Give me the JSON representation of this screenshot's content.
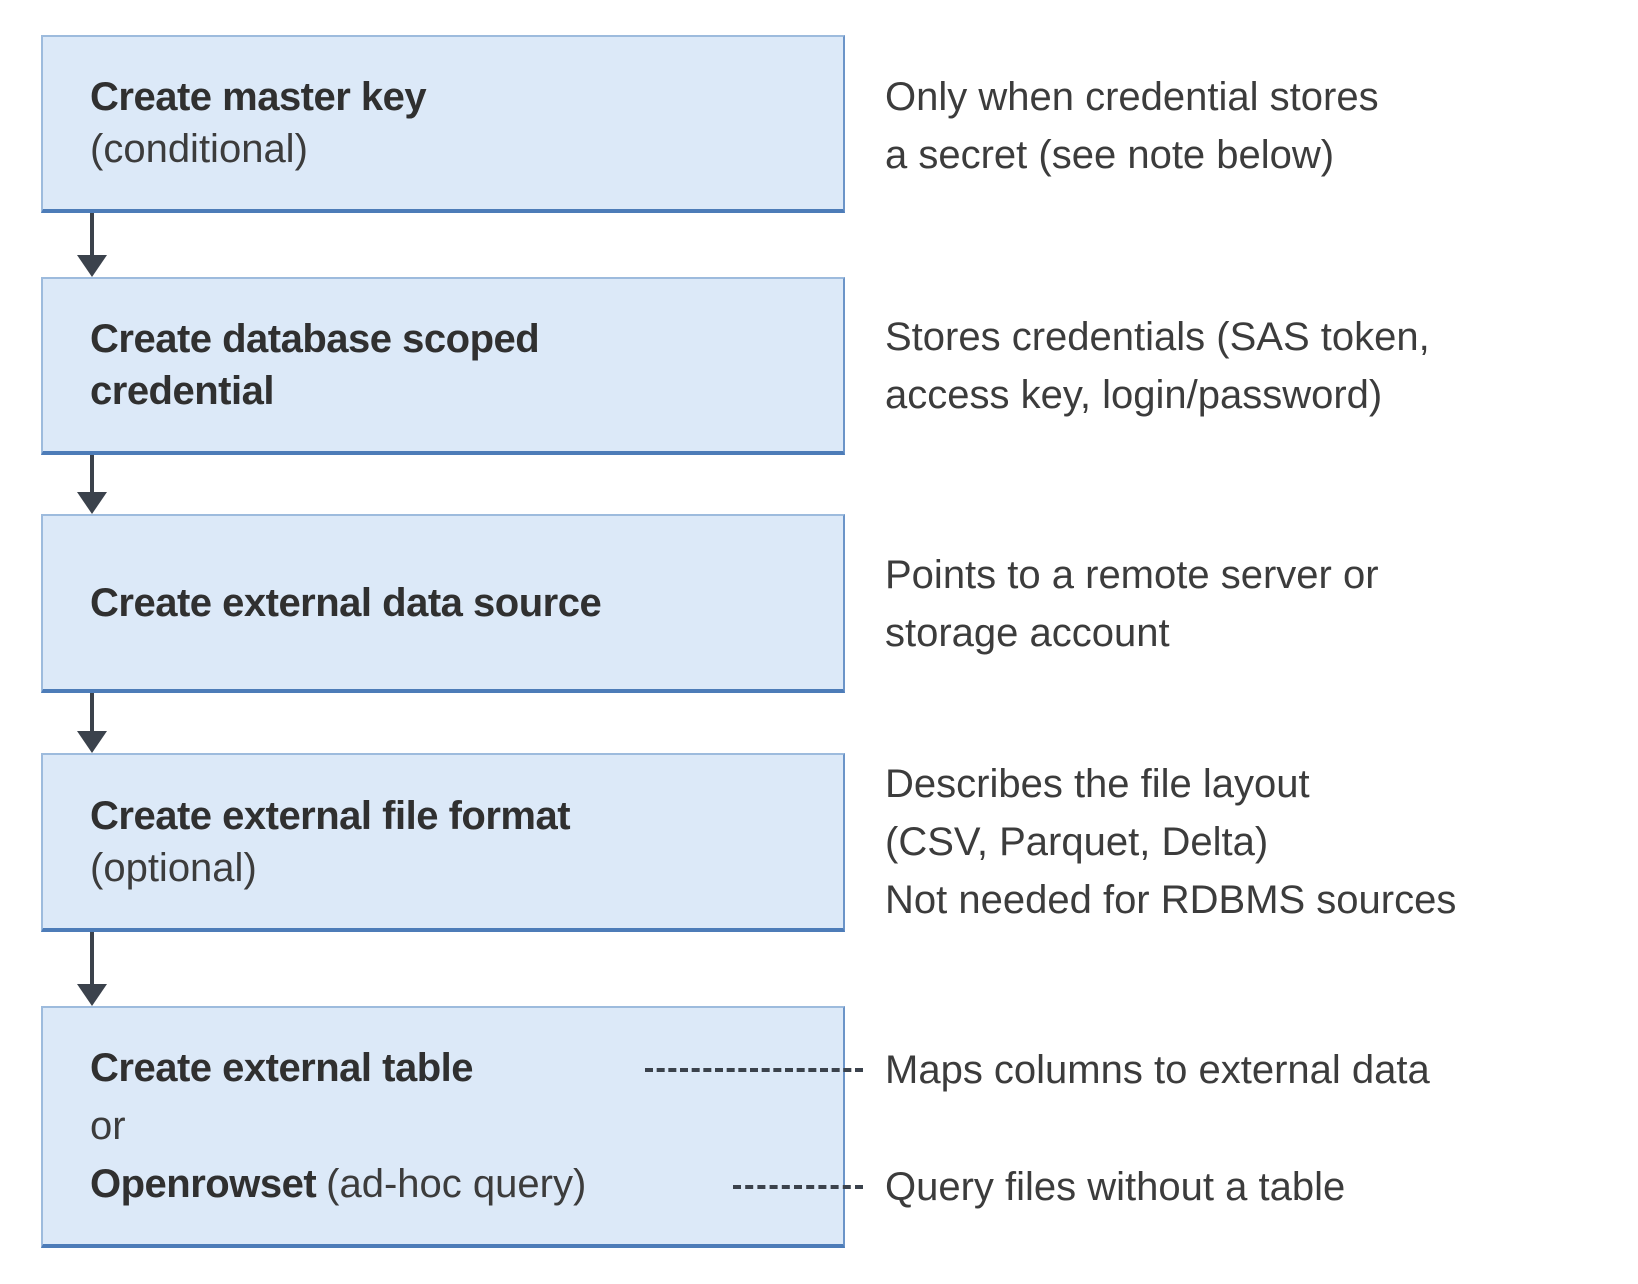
{
  "colors": {
    "box_fill": "#dce9f8",
    "box_border_light": "#9dbbdd",
    "box_border_mid": "#6b94c8",
    "box_border_dark": "#4d7cb8",
    "arrow": "#3b424c",
    "heading_text": "#303030",
    "body_text": "#3c3c3c"
  },
  "steps": [
    {
      "title": "Create master key",
      "subtitle": "(conditional)",
      "note_lines": [
        "Only when credential stores",
        "a secret (see note below)"
      ]
    },
    {
      "title": "Create database scoped credential",
      "note_lines": [
        "Stores credentials (SAS token,",
        "access key, login/password)"
      ]
    },
    {
      "title": "Create external data source",
      "note_lines": [
        "Points to a remote server or",
        "storage account"
      ]
    },
    {
      "title": "Create external file format",
      "subtitle": "(optional)",
      "note_lines": [
        "Describes the file layout",
        "(CSV, Parquet, Delta)",
        "Not needed for RDBMS sources"
      ]
    },
    {
      "title": "Create external table",
      "or_label": "or",
      "alt_title": "Openrowset",
      "alt_suffix": "(ad-hoc query)",
      "note1": "Maps columns to external data",
      "note2": "Query files without a table"
    }
  ]
}
